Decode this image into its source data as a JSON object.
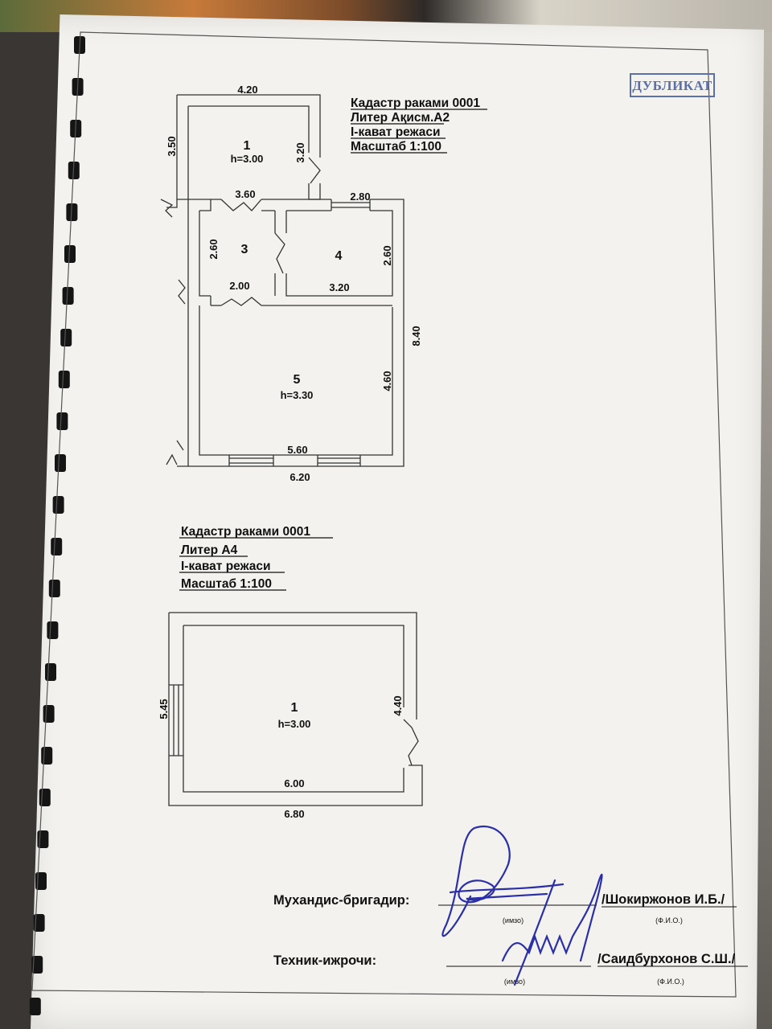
{
  "stamp": "ДУБЛИКАТ",
  "plan_a": {
    "header": [
      "Кадастр раками 0001",
      "Литер Ақисм.А2",
      "I-кават режаси",
      "Масштаб 1:100"
    ],
    "rooms": [
      {
        "number": "1",
        "height": "h=3.00"
      },
      {
        "number": "3",
        "height": ""
      },
      {
        "number": "4",
        "height": ""
      },
      {
        "number": "5",
        "height": "h=3.30"
      }
    ],
    "dims": {
      "top_width": "4.20",
      "room1_left": "3.50",
      "room1_right": "3.20",
      "room3_top": "3.60",
      "room4_top": "2.80",
      "room3_left": "2.60",
      "room4_right": "2.60",
      "room3_bottom": "2.00",
      "room4_bottom": "3.20",
      "overall_right": "8.40",
      "room5_right": "4.60",
      "room5_inner_width": "5.60",
      "overall_width": "6.20"
    }
  },
  "plan_b": {
    "header": [
      "Кадастр раками 0001",
      "Литер А4",
      "I-кават режаси",
      "Масштаб 1:100"
    ],
    "room": {
      "number": "1",
      "height": "h=3.00"
    },
    "dims": {
      "left": "5.45",
      "right": "4.40",
      "inner_width": "6.00",
      "outer_width": "6.80"
    }
  },
  "signatures": [
    {
      "role": "Мухандис-бригадир:",
      "sign_caption": "(имзо)",
      "name": "/Шокиржонов И.Б./",
      "name_caption": "(Ф.И.О.)"
    },
    {
      "role": "Техник-ижрочи:",
      "sign_caption": "(имзо)",
      "name": "/Саидбурхонов С.Ш./",
      "name_caption": "(Ф.И.О.)"
    }
  ],
  "colors": {
    "paper": "#f3f2ee",
    "ink": "#111111",
    "stamp": "#5b6fa8",
    "signature": "#2a2fa8"
  }
}
